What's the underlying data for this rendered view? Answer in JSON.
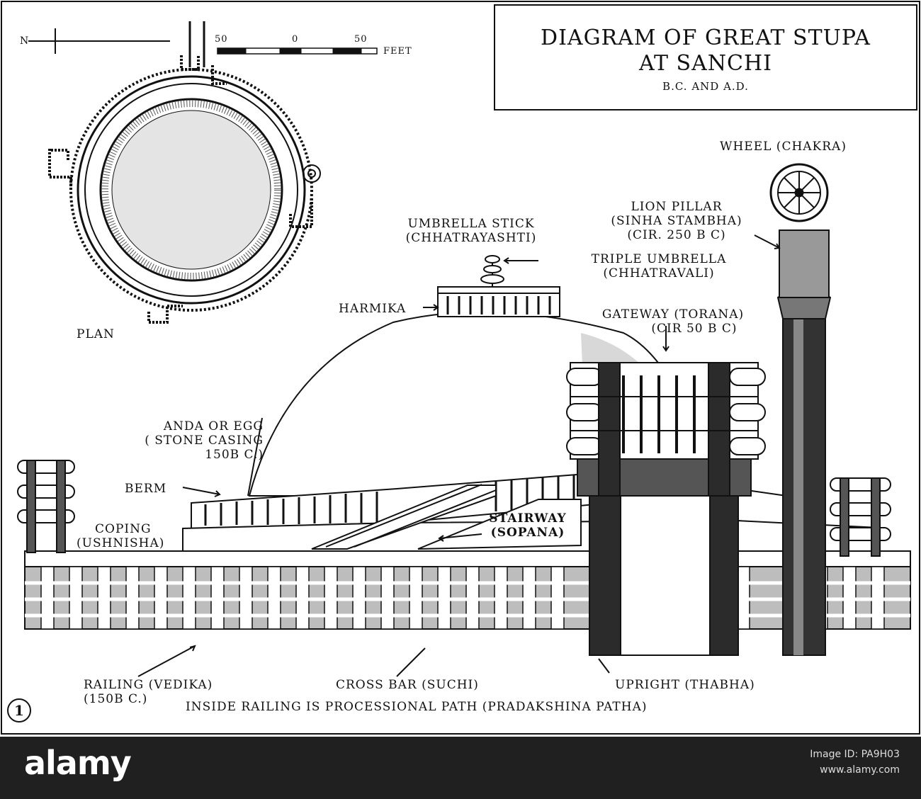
{
  "title": {
    "main": "DIAGRAM OF GREAT STUPA",
    "sub": "AT SANCHI",
    "date": "B.C. AND A.D."
  },
  "plan": {
    "compass": "N",
    "scale_left": "50",
    "scale_mid": "0",
    "scale_right": "50",
    "scale_unit": "FEET",
    "label": "PLAN"
  },
  "labels": {
    "wheel": "WHEEL (CHAKRA)",
    "lion_pillar": [
      "LION PILLAR",
      "(SINHA STAMBHA)",
      "(CIR. 250 B C)"
    ],
    "umbrella_stick": [
      "UMBRELLA STICK",
      "(CHHATRAYASHTI)"
    ],
    "triple_umbrella": [
      "TRIPLE UMBRELLA",
      "(CHHATRAVALI)"
    ],
    "harmika": "HARMIKA",
    "gateway": [
      "GATEWAY (TORANA)",
      "(CIR 50 B C)"
    ],
    "anda": [
      "ANDA OR EGG",
      "( STONE CASING",
      "150B C.)"
    ],
    "berm": "BERM",
    "coping": [
      "COPING",
      "(USHNISHA)"
    ],
    "stairway": [
      "STAIRWAY",
      "(SOPANA)"
    ],
    "railing": [
      "RAILING (VEDIKA)",
      "(150B C.)"
    ],
    "cross_bar": "CROSS BAR (SUCHI)",
    "upright": "UPRIGHT (THABHA)",
    "path": "INSIDE RAILING IS PROCESSIONAL PATH (PRADAKSHINA PATHA)"
  },
  "figure_number": "1",
  "footer": {
    "brand": "alamy",
    "image_id": "Image ID: PA9H03",
    "url": "www.alamy.com"
  }
}
